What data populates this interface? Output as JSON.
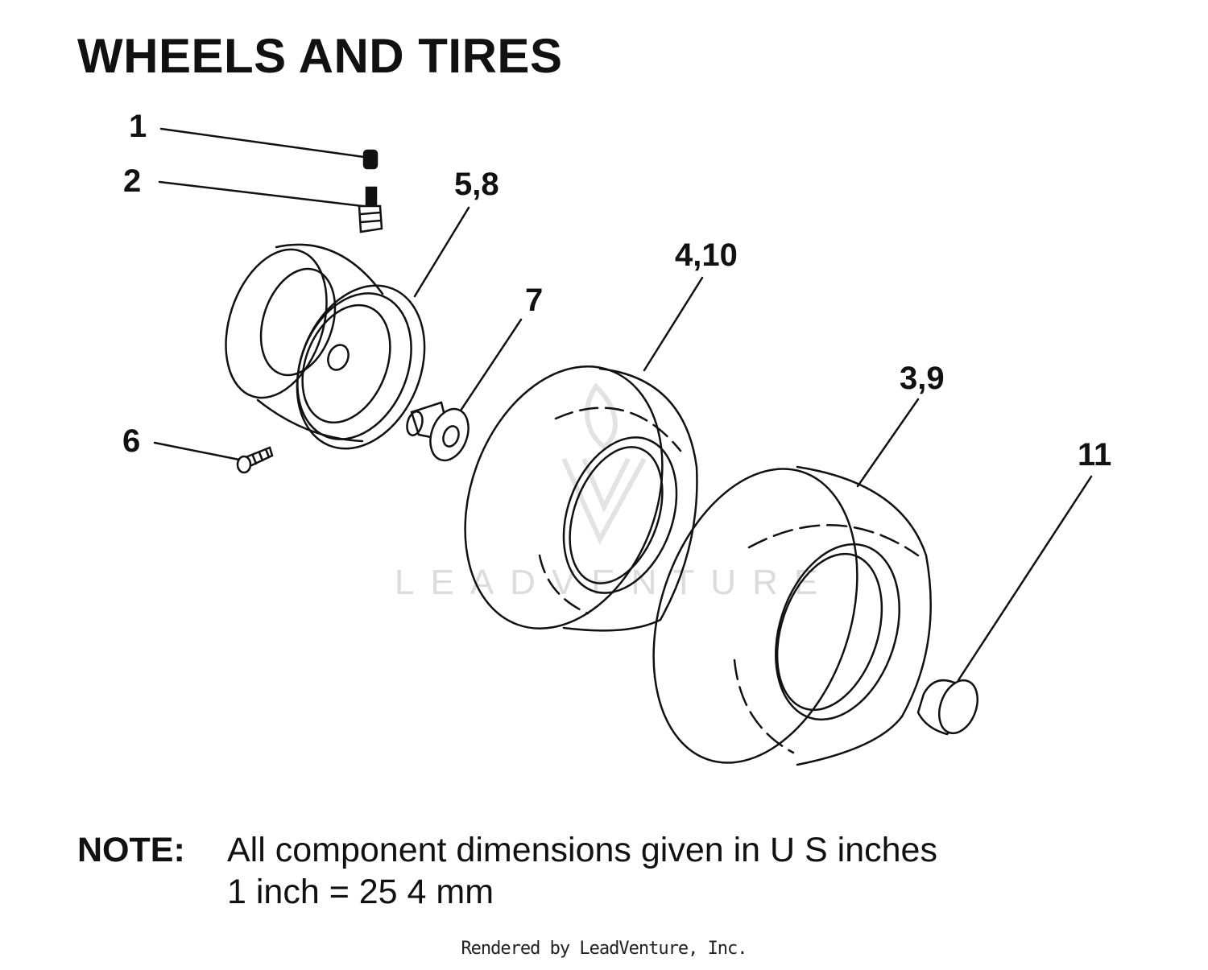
{
  "title": "WHEELS AND TIRES",
  "callouts": {
    "c1": "1",
    "c2": "2",
    "c58": "5,8",
    "c410": "4,10",
    "c7": "7",
    "c39": "3,9",
    "c6": "6",
    "c11": "11"
  },
  "watermark": "LEADVENTURE",
  "note": {
    "label": "NOTE:",
    "line1": "All component dimensions given in U S  inches",
    "line2": "1 inch = 25 4 mm"
  },
  "footer": "Rendered by LeadVenture, Inc."
}
